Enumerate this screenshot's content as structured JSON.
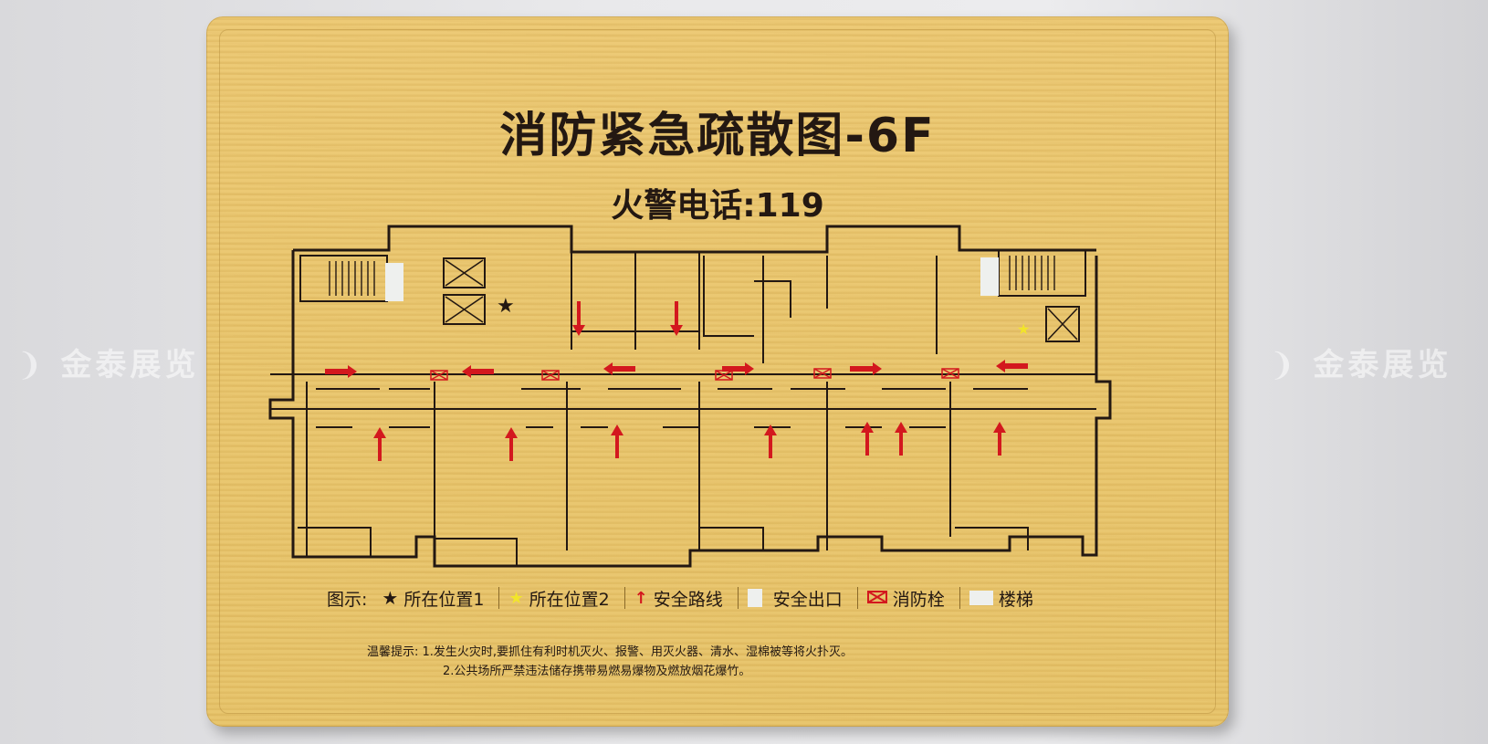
{
  "sign": {
    "title": "消防紧急疏散图-6F",
    "phone": "火警电话:119"
  },
  "legend": {
    "label": "图示:",
    "items": [
      {
        "icon": "black-star-icon",
        "label": "所在位置1"
      },
      {
        "icon": "yellow-star-icon",
        "label": "所在位置2"
      },
      {
        "icon": "red-arrow-icon",
        "label": "安全路线"
      },
      {
        "icon": "exit-sign-icon",
        "label": "安全出口"
      },
      {
        "icon": "hydrant-box-icon",
        "label": "消防栓"
      },
      {
        "icon": "stair-swatch-icon",
        "label": "楼梯"
      }
    ]
  },
  "notes": {
    "line1": "温馨提示: 1.发生火灾时,要抓住有利时机灭火、报警、用灭火器、清水、湿棉被等将火扑灭。",
    "line2": "2.公共场所严禁违法储存携带易燃易爆物及燃放烟花爆竹。"
  },
  "watermark": {
    "text": "金泰展览"
  },
  "colors": {
    "board": "#e9c56d",
    "wall": "#231812",
    "arrow": "#d3181e",
    "legend_star": "#f2e52a",
    "stair_swatch": "#eef0ee"
  }
}
